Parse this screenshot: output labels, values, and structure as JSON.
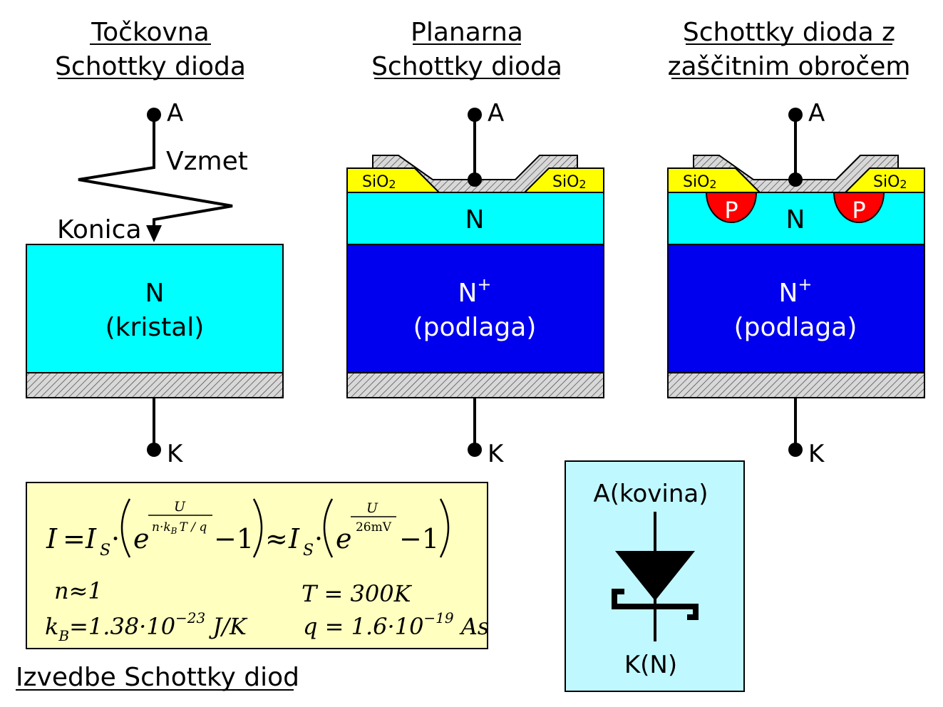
{
  "colors": {
    "n_layer": "#00ffff",
    "n_plus_layer": "#0000ee",
    "oxide": "#ffff00",
    "p_ring": "#ff0000",
    "formula_box": "#ffffc0",
    "symbol_box": "#c0f8ff",
    "metal_hatch": "#d8d8d8"
  },
  "diagrams": [
    {
      "title_line1": "Točkovna",
      "title_line2": "Schottky dioda",
      "anode": "A",
      "cathode": "K",
      "spring_label": "Vzmet",
      "tip_label": "Konica",
      "n_label": "N",
      "n_sub_label": "(kristal)"
    },
    {
      "title_line1": "Planarna",
      "title_line2": "Schottky dioda",
      "anode": "A",
      "cathode": "K",
      "oxide_left": "SiO",
      "oxide_right": "SiO",
      "oxide_sub": "2",
      "n_label": "N",
      "nplus_label": "N",
      "nplus_sup": "+",
      "nplus_sub_label": "(podlaga)"
    },
    {
      "title_line1": "Schottky dioda z",
      "title_line2": "zaščitnim obročem",
      "anode": "A",
      "cathode": "K",
      "oxide_left": "SiO",
      "oxide_right": "SiO",
      "oxide_sub": "2",
      "p_left": "P",
      "p_right": "P",
      "n_label": "N",
      "nplus_label": "N",
      "nplus_sup": "+",
      "nplus_sub_label": "(podlaga)"
    }
  ],
  "formula": {
    "I": "I",
    "eq": "=",
    "Is": "I",
    "s_sub": "S",
    "dot": "·",
    "e": "e",
    "exp_num": "U",
    "exp_den_1": "n·k",
    "exp_den_sub": "B",
    "exp_den_2": "T / q",
    "minus_one": "−1",
    "approx": "≈",
    "exp2_num": "U",
    "exp2_den": "26mV",
    "n_approx": "n≈1",
    "T_val": "T = 300K",
    "kB_left": "k",
    "kB_sub": "B",
    "kB_right": "=1.38·10",
    "kB_exp": "−23",
    "kB_unit": " J/K",
    "q_left": "q = 1.6·10",
    "q_exp": "−19",
    "q_unit": " As"
  },
  "symbol": {
    "anode": "A(kovina)",
    "cathode": "K(N)"
  },
  "caption": "Izvedbe Schottky diod"
}
